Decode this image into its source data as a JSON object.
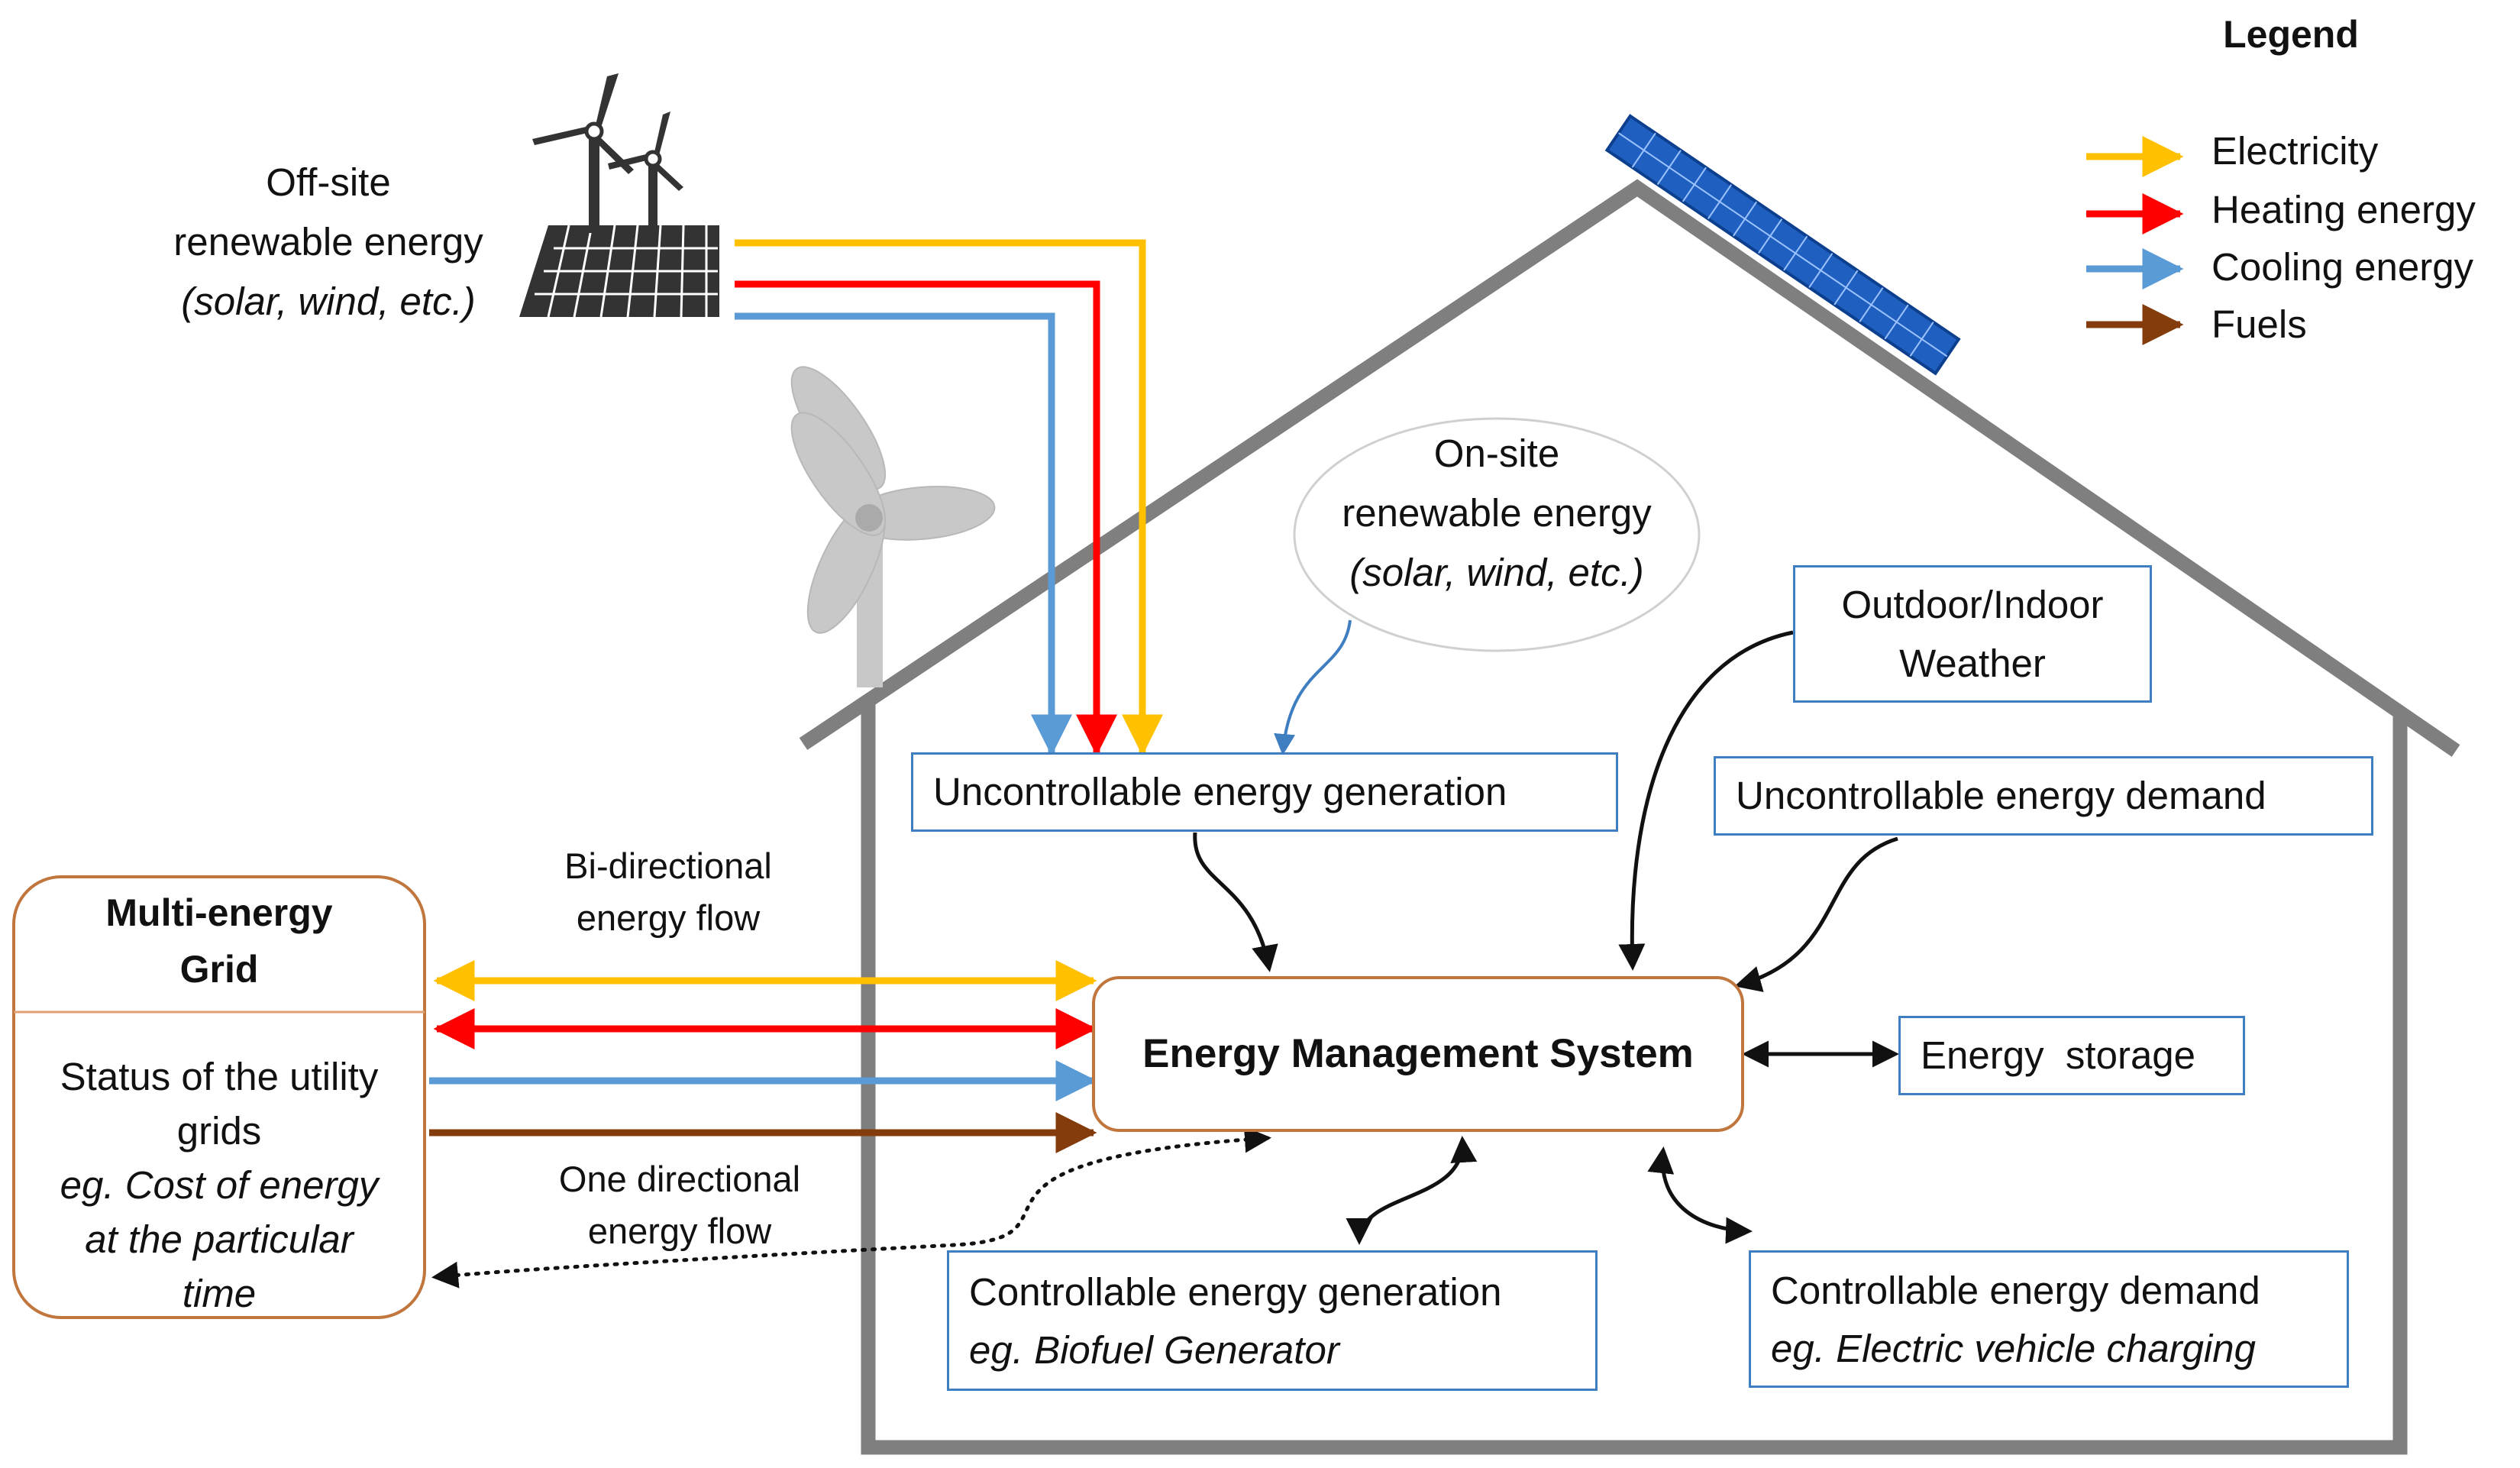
{
  "legend": {
    "title": "Legend",
    "items": [
      {
        "label": "Electricity",
        "color": "#ffc000"
      },
      {
        "label": "Heating energy",
        "color": "#ff0000"
      },
      {
        "label": "Cooling energy",
        "color": "#5b9bd5"
      },
      {
        "label": "Fuels",
        "color": "#843c0c"
      }
    ]
  },
  "offsite": {
    "line1": "Off-site",
    "line2": "renewable energy",
    "line3": "(solar, wind, etc.)"
  },
  "onsite": {
    "line1": "On-site",
    "line2": "renewable energy",
    "line3": "(solar, wind, etc.)"
  },
  "weather": {
    "line1": "Outdoor/Indoor",
    "line2": "Weather"
  },
  "unc_gen": "Uncontrollable energy generation",
  "unc_dem": "Uncontrollable energy demand",
  "ems": "Energy Management System",
  "storage": "Energy  storage",
  "ctrl_gen": {
    "line1": "Controllable energy generation",
    "line2": "eg. Biofuel Generator"
  },
  "ctrl_dem": {
    "line1": "Controllable energy demand",
    "line2": "eg. Electric vehicle charging"
  },
  "grid": {
    "title1": "Multi-energy",
    "title2": "Grid",
    "line1": "Status of the utility",
    "line2": "grids",
    "line3": "eg. Cost of energy",
    "line4": "at the particular",
    "line5": "time"
  },
  "bi_flow": {
    "line1": "Bi-directional",
    "line2": "energy flow"
  },
  "one_flow": {
    "line1": "One directional",
    "line2": "energy flow"
  },
  "colors": {
    "house": "#7f7f7f",
    "box_border": "#3f7fc1",
    "ems_border": "#c0763c",
    "solar": "#1f5fbf"
  }
}
